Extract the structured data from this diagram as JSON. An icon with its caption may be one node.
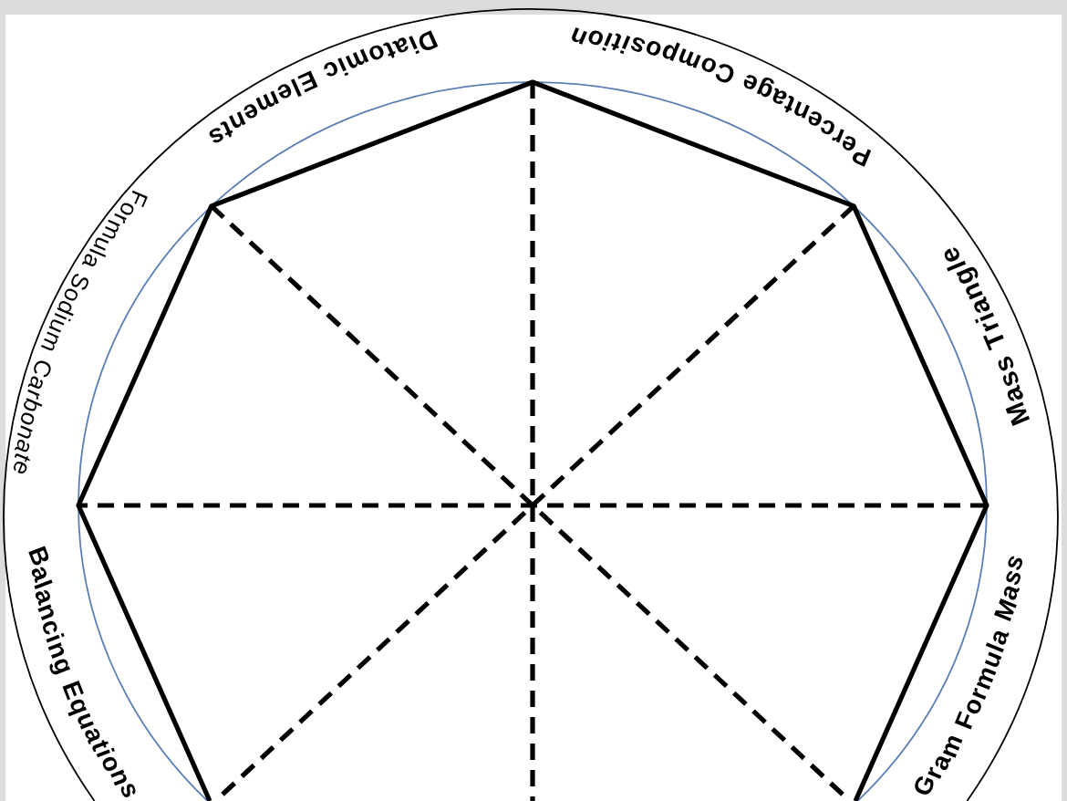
{
  "diagram": {
    "labels": [
      "Diatomic Elements",
      "Percentage Composition",
      "Formula Sodium Carbonate",
      "Mass Triangle",
      "Balancing Equations",
      "Gram Formula Mass"
    ]
  }
}
